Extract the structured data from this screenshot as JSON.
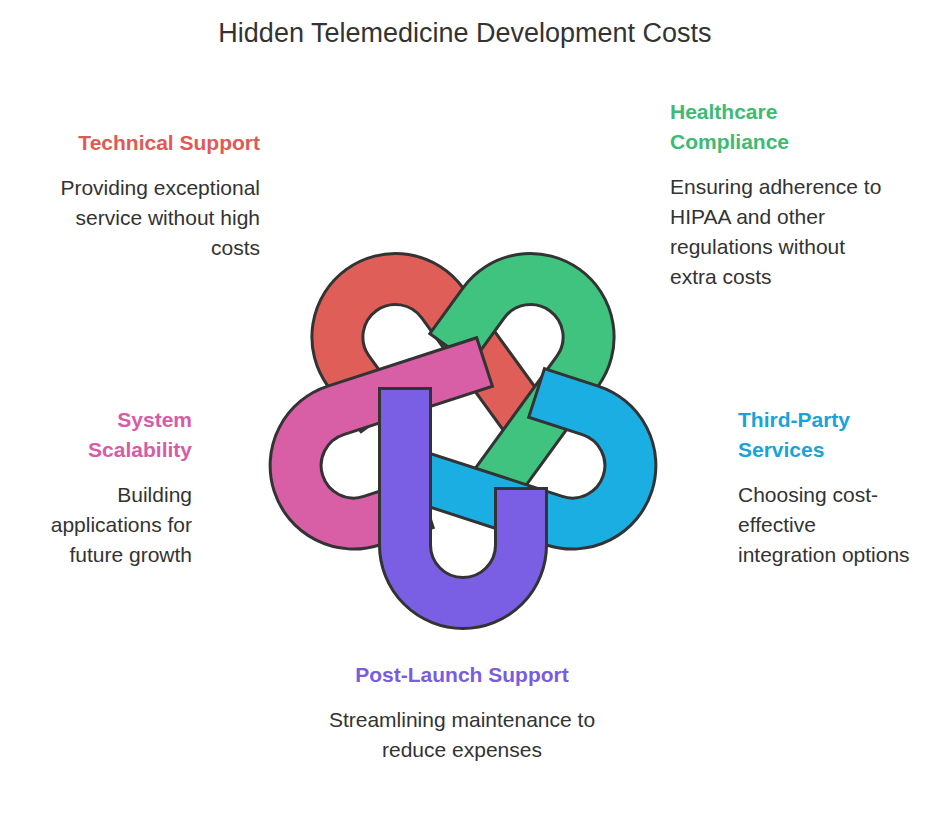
{
  "diagram": {
    "title": "Hidden Telemedicine Development Costs",
    "nodes": [
      {
        "text": [
          "Technical Support",
          "Providing exceptional service without high costs"
        ]
      },
      {
        "text": [
          "Healthcare Compliance",
          "Ensuring adherence to HIPAA and other regulations without extra costs"
        ]
      },
      {
        "text": [
          "Third-Party Services",
          "Choosing cost-effective integration options"
        ]
      },
      {
        "text": [
          "Post-Launch Support",
          "Streamlining maintenance to reduce expenses"
        ]
      },
      {
        "text": [
          "System Scalability",
          "Building applications for future growth"
        ]
      }
    ]
  }
}
